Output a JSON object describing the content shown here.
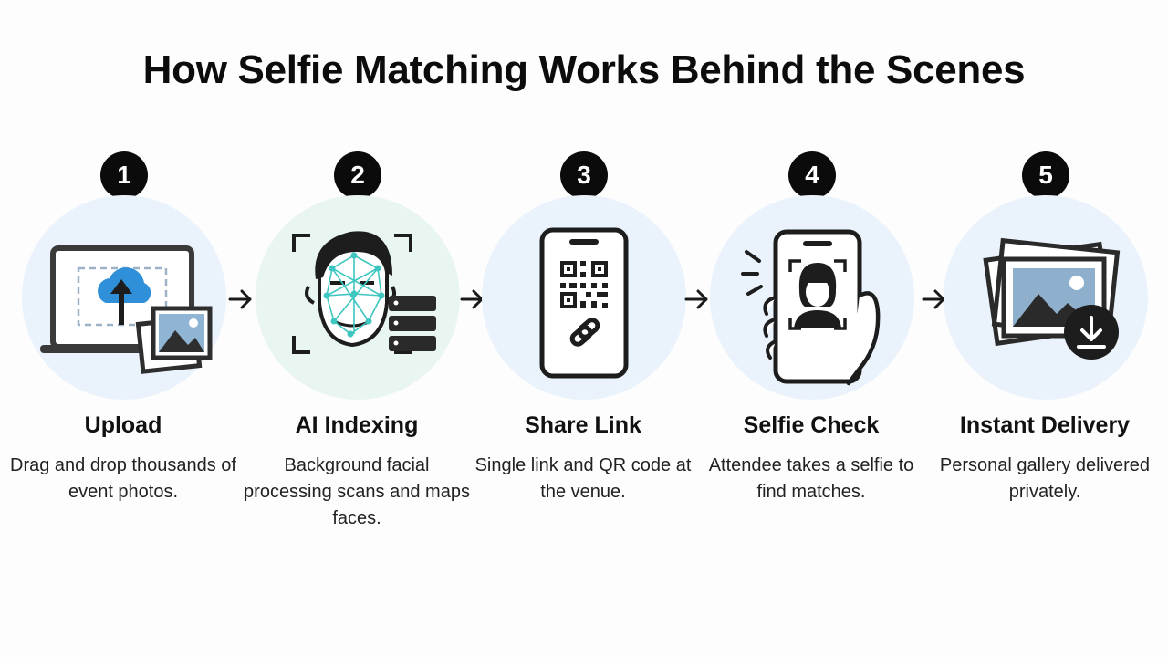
{
  "title": "How Selfie Matching Works Behind the Scenes",
  "steps": [
    {
      "number": "1",
      "title": "Upload",
      "desc": "Drag and drop thousands of event photos."
    },
    {
      "number": "2",
      "title": "AI Indexing",
      "desc": "Background facial processing scans and maps faces."
    },
    {
      "number": "3",
      "title": "Share Link",
      "desc": "Single link and QR code at the venue."
    },
    {
      "number": "4",
      "title": "Selfie Check",
      "desc": "Attendee takes a selfie to find matches."
    },
    {
      "number": "5",
      "title": "Instant Delivery",
      "desc": "Personal gallery delivered privately."
    }
  ],
  "colors": {
    "badge": "#0b0b0b",
    "accent": "#2f8fd8",
    "mesh": "#3ec6c0",
    "circle_blue": "#eaf3fb",
    "circle_green": "#e9f5f0"
  }
}
